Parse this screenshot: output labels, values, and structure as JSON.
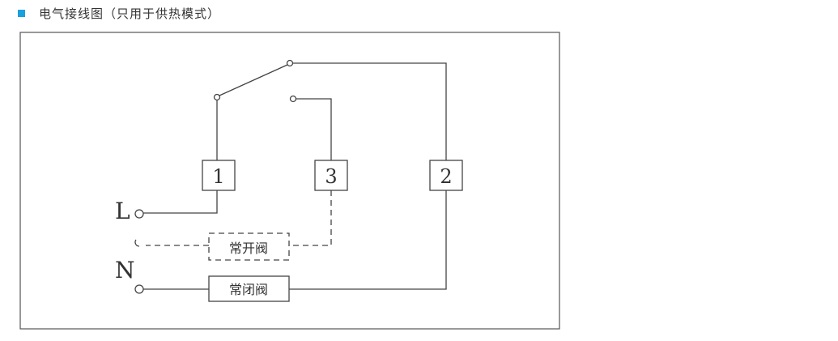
{
  "title": "电气接线图（只用于供热模式）",
  "accent_color": "#1aa0dc",
  "terminals": {
    "t1": "1",
    "t2": "2",
    "t3": "3",
    "live": "L",
    "neutral": "N"
  },
  "valves": {
    "normally_open": "常开阀",
    "normally_closed": "常闭阀"
  }
}
